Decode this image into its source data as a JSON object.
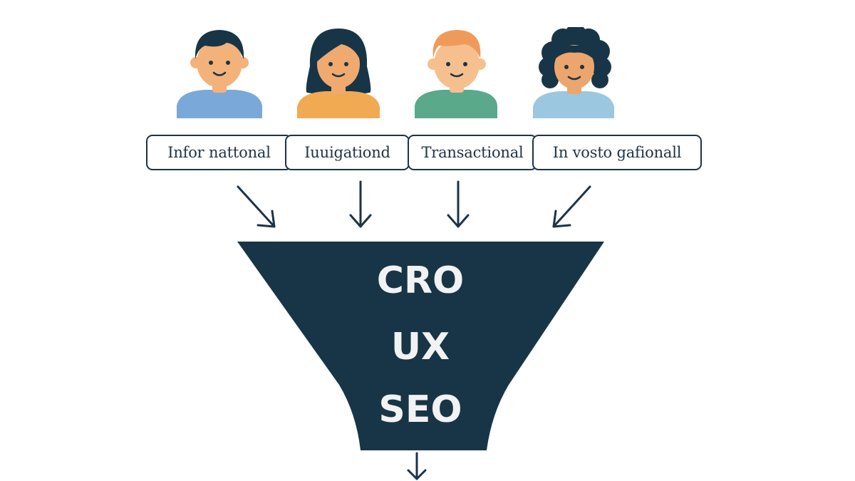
{
  "audience": [
    {
      "name": "person-short-dark-hair",
      "hair": "#173547",
      "skin": "#f3b27a",
      "shirt": "#7aa8d8"
    },
    {
      "name": "person-long-dark-hair",
      "hair": "#173547",
      "skin": "#f0a96f",
      "shirt": "#f1aa52"
    },
    {
      "name": "person-ginger-hair",
      "hair": "#f09a5a",
      "skin": "#f5c08e",
      "shirt": "#59a98a"
    },
    {
      "name": "person-curly-hair",
      "hair": "#173547",
      "skin": "#eca56c",
      "shirt": "#9cc7e0"
    }
  ],
  "intents": [
    {
      "label": "Infor nattonal"
    },
    {
      "label": "Iuuigationd"
    },
    {
      "label": "Transactional"
    },
    {
      "label": "In vosto gafionall"
    }
  ],
  "funnel": {
    "color": "#173547",
    "layers": [
      "CRO",
      "UX",
      "SEO"
    ]
  },
  "colors": {
    "ink": "#1c3347",
    "background": "#ffffff"
  }
}
